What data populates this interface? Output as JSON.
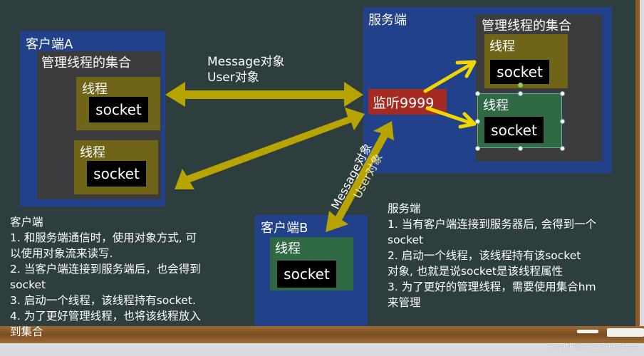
{
  "client_a": {
    "title": "客户端A",
    "collection_label": "管理线程的集合",
    "threads": [
      {
        "label": "线程",
        "socket": "socket"
      },
      {
        "label": "线程",
        "socket": "socket"
      }
    ]
  },
  "server": {
    "title": "服务端",
    "listen_label": "监听9999",
    "collection_label": "管理线程的集合",
    "threads": [
      {
        "label": "线程",
        "socket": "socket"
      },
      {
        "label": "线程",
        "socket": "socket"
      }
    ]
  },
  "client_b": {
    "title": "客户端B",
    "thread": {
      "label": "线程",
      "socket": "socket"
    }
  },
  "arrows": {
    "top_label_line1": "Message对象",
    "top_label_line2": "User对象",
    "diag_label_line1": "Message对象",
    "diag_label_line2": "User对象"
  },
  "client_notes": {
    "title": "客户端",
    "lines": [
      "1. 和服务端通信时，使用对象方式, 可",
      "以使用对象流来读写.",
      "2. 当客户端连接到服务端后，也会得到",
      "socket",
      "3. 启动一个线程，该线程持有socket.",
      "4. 为了更好管理线程，也将该线程放入",
      "到集合"
    ]
  },
  "server_notes": {
    "title": "服务端",
    "lines": [
      "1. 当有客户端连接到服务器后, 会得到一个",
      "socket",
      "2. 启动一个线程，该线程持有该socket",
      "对象, 也就是说socket是该线程属性",
      "3. 为了更好的管理线程，需要使用集合hm",
      "来管理"
    ]
  },
  "watermark": "CSDN @qq_52095438",
  "colors": {
    "board": "#2e3d3d",
    "box_blue": "#21418a",
    "collection_dark": "#3c3c3f",
    "thread_olive": "#6f6418",
    "thread_green": "#2f6a45",
    "listen_red": "#a42a22",
    "arrow_olive": "#b8a400",
    "arrow_yellow": "#f2d600"
  }
}
